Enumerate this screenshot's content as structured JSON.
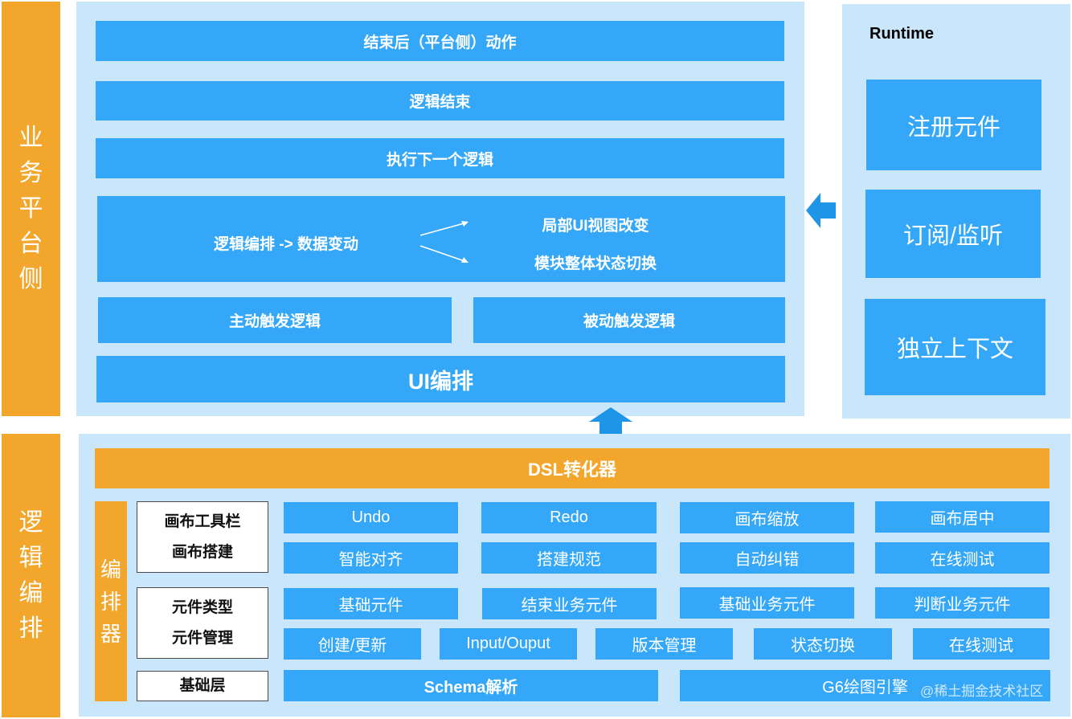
{
  "colors": {
    "panel": "#c9e6fb",
    "block_blue": "#34a7f8",
    "side_orange": "#f2a62c",
    "arrow_blue": "#1f95e8"
  },
  "side": {
    "business_platform": [
      "业",
      "务",
      "平",
      "台",
      "侧"
    ],
    "logic_orchestration": [
      "逻",
      "辑",
      "编",
      "排"
    ],
    "orchestrator": [
      "编",
      "排",
      "器"
    ]
  },
  "platform": {
    "after_end": "结束后（平台侧）动作",
    "logic_end": "逻辑结束",
    "next_logic": "执行下一个逻辑",
    "flow": {
      "source": "逻辑编排 -> 数据变动",
      "target_ui": "局部UI视图改变",
      "target_module": "模块整体状态切换"
    },
    "active_trigger": "主动触发逻辑",
    "passive_trigger": "被动触发逻辑",
    "ui_orchestration": "UI编排"
  },
  "runtime": {
    "title": "Runtime",
    "items": [
      "注册元件",
      "订阅/监听",
      "独立上下文"
    ]
  },
  "editor": {
    "dsl": "DSL转化器",
    "groups": {
      "canvas": [
        "画布工具栏",
        "画布搭建"
      ],
      "component": [
        "元件类型",
        "元件管理"
      ],
      "base": "基础层"
    },
    "row1": [
      "Undo",
      "Redo",
      "画布缩放",
      "画布居中"
    ],
    "row2": [
      "智能对齐",
      "搭建规范",
      "自动纠错",
      "在线测试"
    ],
    "row3": [
      "基础元件",
      "结束业务元件",
      "基础业务元件",
      "判断业务元件"
    ],
    "row4": [
      "创建/更新",
      "Input/Ouput",
      "版本管理",
      "状态切换",
      "在线测试"
    ],
    "schema": "Schema解析",
    "g6": "G6绘图引擎"
  },
  "watermark": "@稀土掘金技术社区",
  "icons": [
    "arrow-left-icon",
    "arrow-up-icon",
    "arrow-right-icon"
  ]
}
